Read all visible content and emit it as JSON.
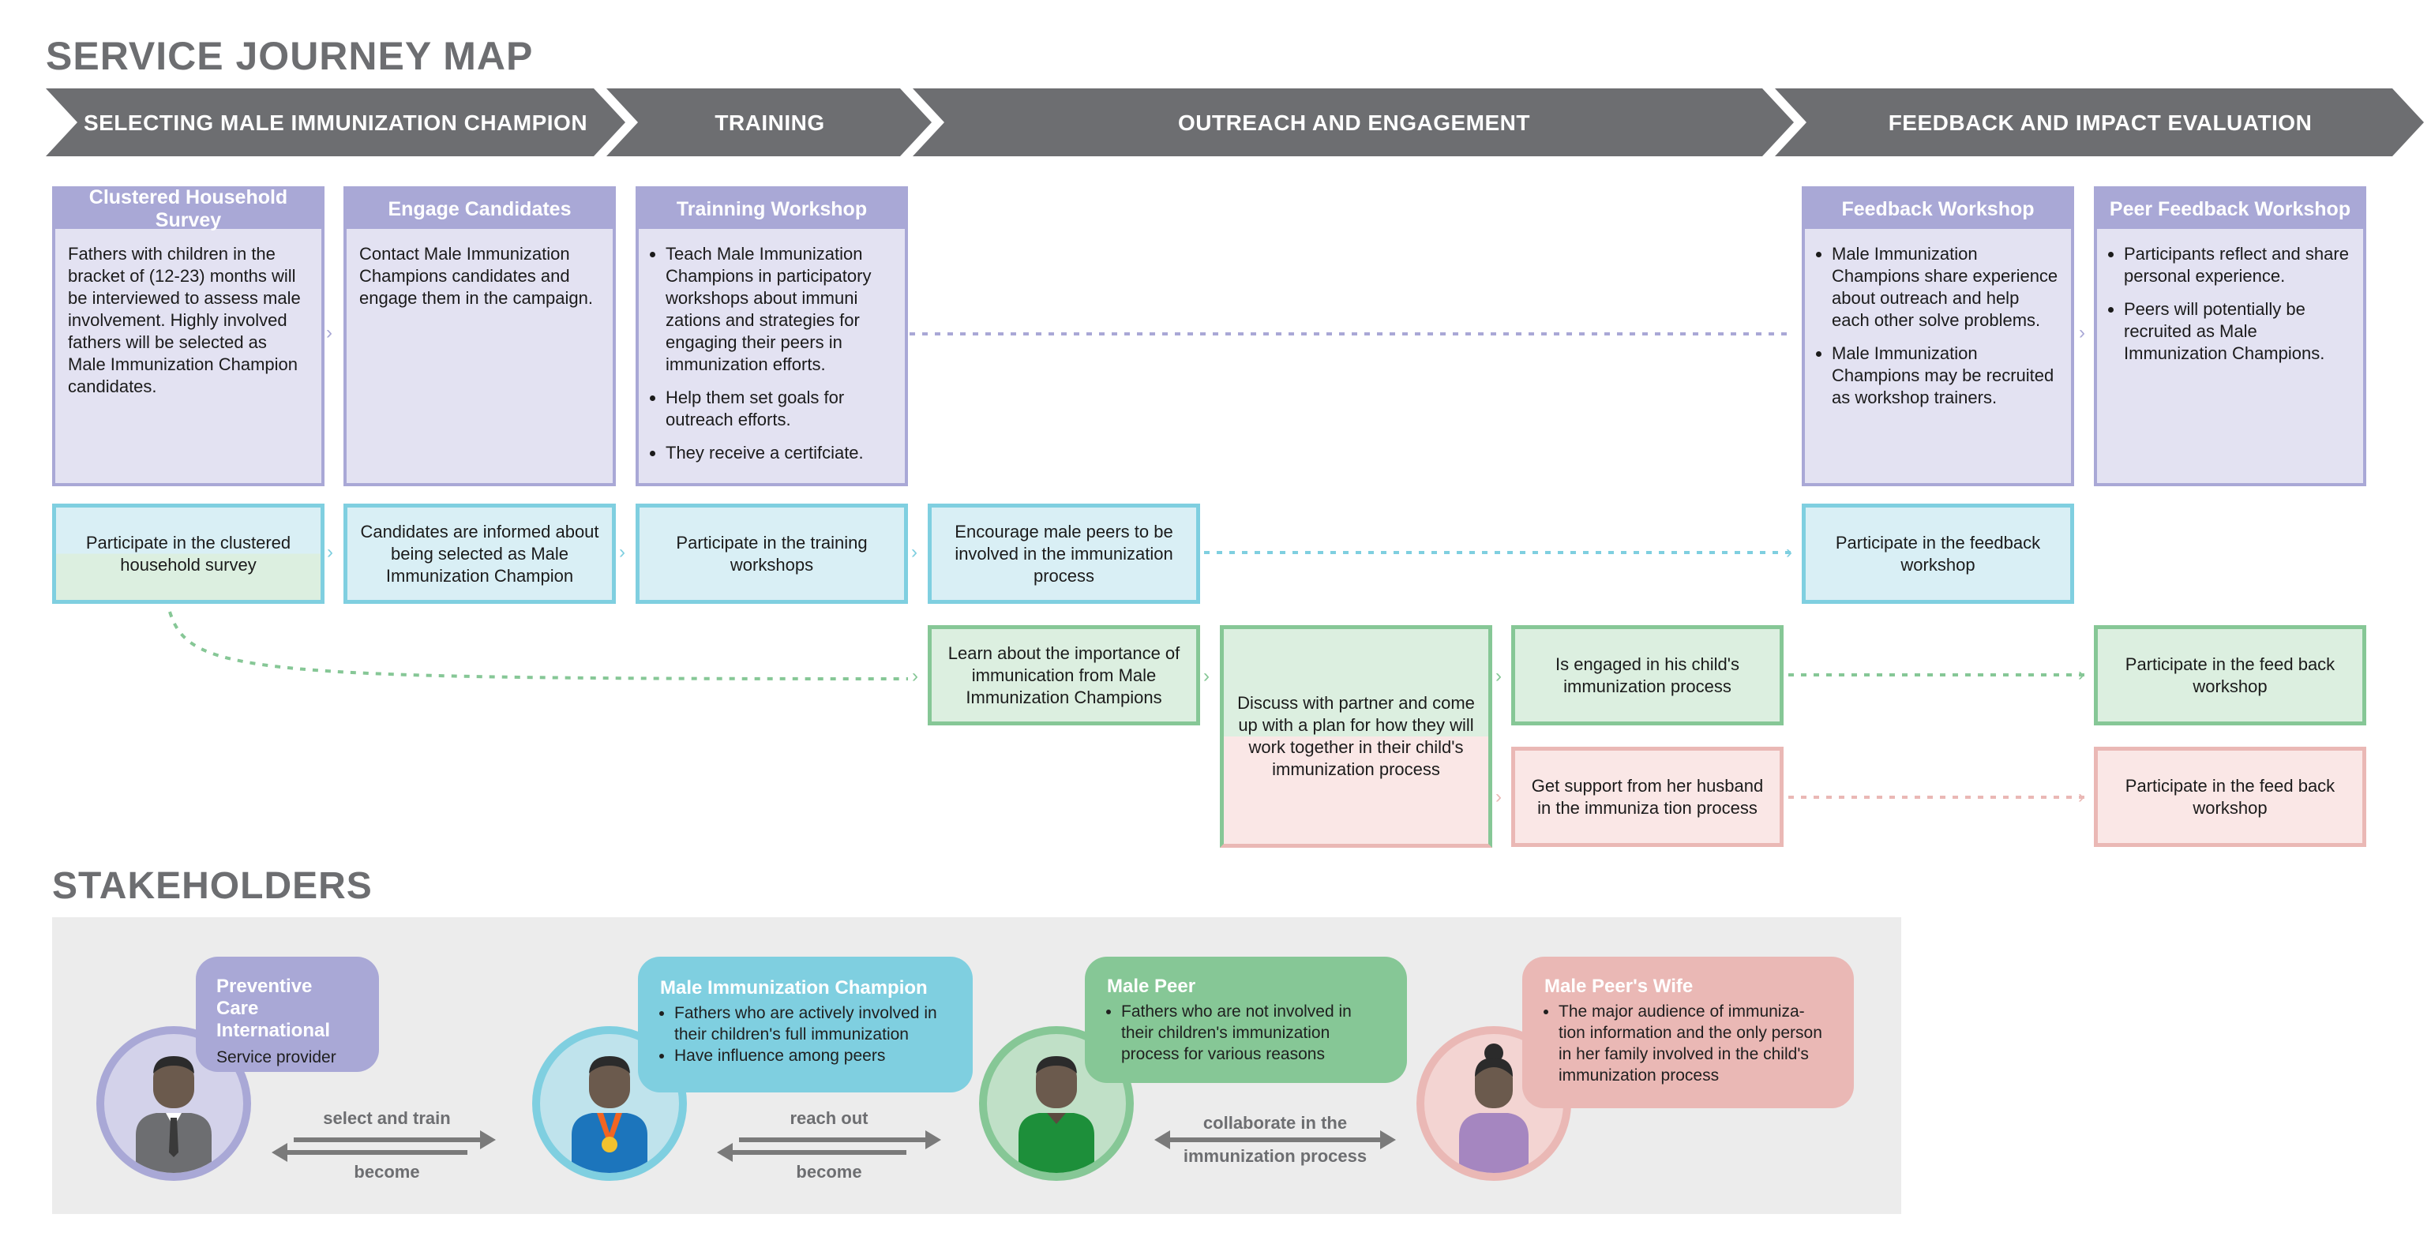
{
  "page_title": "SERVICE JOURNEY MAP",
  "phases": [
    "SELECTING MALE IMMUNIZATION CHAMPION",
    "TRAINING",
    "OUTREACH  AND ENGAGEMENT",
    "FEEDBACK AND IMPACT EVALUATION"
  ],
  "provider_cards": [
    {
      "title": "Clustered Household Survey",
      "body": "Fathers with children in the bracket of (12-23) months will be interviewed to assess male involvement. Highly involved fathers will be selected as Male Immunization Champion candidates."
    },
    {
      "title": "Engage Candidates",
      "body": "Contact Male Immunization Champions candidates and engage them in the campaign."
    },
    {
      "title": "Trainning Workshop",
      "bullets": [
        "Teach Male Immunization Champions in participatory workshops about immuni zations and strategies for engaging their peers in immunization efforts.",
        "Help them set goals for outreach efforts.",
        "They receive a certifciate."
      ]
    },
    {
      "title": "Feedback Workshop",
      "bullets": [
        "Male Immunization Champions share experience about outreach and help each other solve problems.",
        "Male Immunization Champions may be recruited as workshop trainers."
      ]
    },
    {
      "title": "Peer Feedback Workshop",
      "bullets": [
        "Participants reflect and share personal experience.",
        "Peers will potentially be recruited as Male Immunization Champions."
      ]
    }
  ],
  "champion_row": [
    "Participate in the clustered household survey",
    "Candidates are informed about being selected as Male Immunization Champion",
    "Participate in the training workshops",
    "Encourage male peers to be involved in the immunization process",
    "Participate in the feedback workshop"
  ],
  "peer_row": [
    "Learn about the importance of immunication from Male Immunization Champions",
    "Discuss with partner and come up with a plan for how they will work together in their child's immunization process",
    "Is engaged in his child's immunization process",
    "Participate in the feed back workshop"
  ],
  "wife_row": [
    "Get support from her husband in the  immuniza tion process",
    "Participate in the feed back workshop"
  ],
  "stakeholders_title": "STAKEHOLDERS",
  "stakeholders": [
    {
      "name": "Preventive Care International",
      "desc": "Service provider",
      "color": "#a9a8d6"
    },
    {
      "name": "Male Immunization Champion",
      "bullets": [
        "Fathers who are actively involved in their children's full immunization",
        "Have influence among peers"
      ],
      "color": "#7fcfe0"
    },
    {
      "name": "Male Peer",
      "bullets": [
        "Fathers who are not involved in their children's immunization process for various reasons"
      ],
      "color": "#86c796"
    },
    {
      "name": "Male Peer's Wife",
      "bullets": [
        "The major audience of immuniza- tion information and the only person in her family involved in the child's immunization process"
      ],
      "color": "#eab8b5"
    }
  ],
  "relations": [
    {
      "top": "select and train",
      "bottom": "become"
    },
    {
      "top": "reach out",
      "bottom": "become"
    },
    {
      "top": "collaborate in the",
      "bottom": "immunization process"
    }
  ],
  "colors": {
    "phase_bar": "#6d6e71",
    "provider": "#a9a8d6",
    "champion": "#7fcfe0",
    "peer": "#86c796",
    "wife": "#eab8b5",
    "stakeholder_bg": "#ececec"
  },
  "icons": [
    "person-suit-icon",
    "person-medal-icon",
    "person-green-icon",
    "woman-icon",
    "double-arrow-icon",
    "chevron-right-icon"
  ]
}
